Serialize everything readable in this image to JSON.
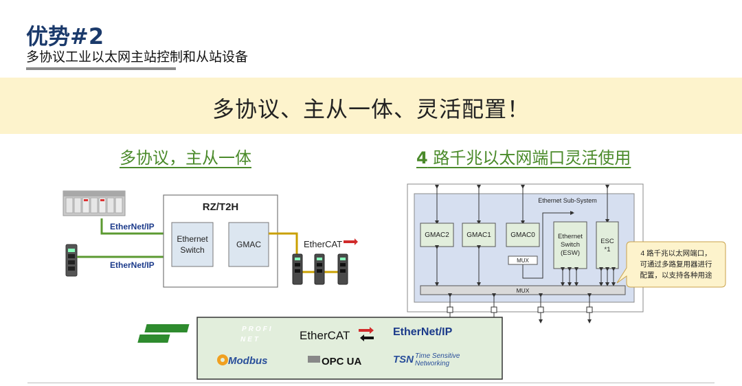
{
  "header": {
    "title": "优势#2",
    "subtitle": "多协议工业以太网主站控制和从站设备"
  },
  "banner": {
    "text": "多协议、主从一体、灵活配置！"
  },
  "left_section": {
    "heading": "多协议，主从一体",
    "chip_title": "RZ/T2H",
    "ethernet_switch_line1": "Ethernet",
    "ethernet_switch_line2": "Switch",
    "gmac_label": "GMAC",
    "ethernetip_label_1": "EtherNet/IP",
    "ethernetip_label_2": "EtherNet/IP",
    "ethercat_label": "EtherCAT"
  },
  "right_section": {
    "heading_num": "4",
    "heading_text": " 路千兆以太网端口灵活使用",
    "subsystem_label": "Ethernet Sub-System",
    "gmac2": "GMAC2",
    "gmac1": "GMAC1",
    "gmac0": "GMAC0",
    "esw_line1": "Ethernet",
    "esw_line2": "Switch",
    "esw_line3": "(ESW)",
    "esc_line1": "ESC",
    "esc_line2": "*1",
    "mux_small": "MUX",
    "mux_big": "MUX",
    "callout_line1": "4 路千兆以太网端口，",
    "callout_line2": "可通过多路复用器进行",
    "callout_line3": "配置，以支持各种用途"
  },
  "protocols": {
    "profinet_top": "PROFI",
    "profinet_bottom": "NET",
    "ethercat": "EtherCAT",
    "ethernetip": "EtherNet/IP",
    "modbus": "Modbus",
    "opcua": "OPC UA",
    "tsn_abbr": "TSN",
    "tsn_line1": "Time Sensitive",
    "tsn_line2": "Networking"
  },
  "colors": {
    "title": "#1b3a6b",
    "green": "#4a8a2a",
    "banner_bg": "#fdf3cc",
    "box_fill": "#dce6f0",
    "subsystem_fill": "#d6dff0",
    "callout_fill": "#fdf3cc",
    "protocol_panel": "#e2eedc"
  }
}
